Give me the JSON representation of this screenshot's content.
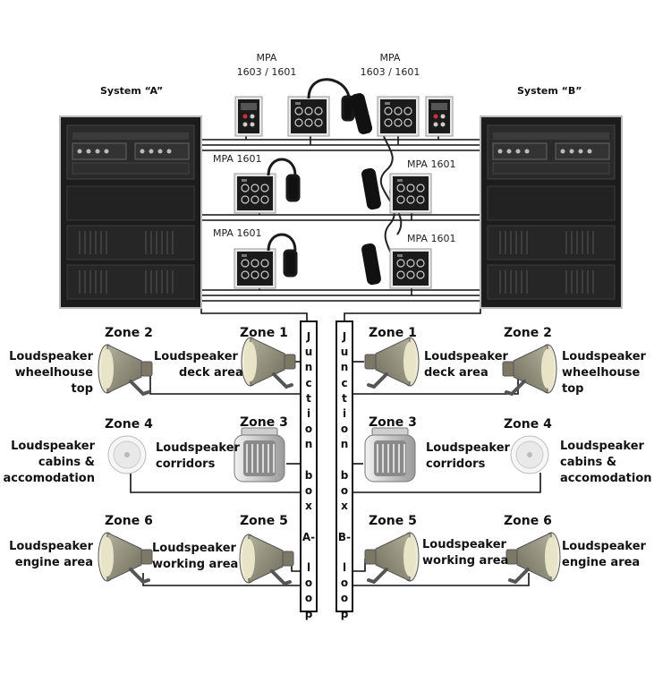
{
  "systems": {
    "a_label": "System “A”",
    "b_label": "System “B”"
  },
  "panels": {
    "top_left": [
      "MPA",
      "1603 / 1601"
    ],
    "top_right": [
      "MPA",
      "1603 / 1601"
    ],
    "row2_left": "MPA 1601",
    "row2_right": "MPA 1601",
    "row3_left": "MPA 1601",
    "row3_right": "MPA 1601"
  },
  "junction": {
    "a": "J\nu\nn\nc\nt\ni\no\nn\n\nb\no\nx\n\nA-\n\nl\no\no\np",
    "b": "J\nu\nn\nc\nt\ni\no\nn\n\nb\no\nx\n\nB-\n\nl\no\no\np"
  },
  "left": {
    "zone2": {
      "zone": "Zone 2",
      "lines": [
        "Loudspeaker",
        "wheelhouse",
        "top"
      ]
    },
    "zone1": {
      "zone": "Zone 1",
      "lines": [
        "Loudspeaker",
        "deck area"
      ]
    },
    "zone4": {
      "zone": "Zone 4",
      "lines": [
        "Loudspeaker",
        "cabins &",
        "accomodation"
      ]
    },
    "zone3": {
      "zone": "Zone 3",
      "lines": [
        "Loudspeaker",
        "corridors"
      ]
    },
    "zone6": {
      "zone": "Zone 6",
      "lines": [
        "Loudspeaker",
        "engine area"
      ]
    },
    "zone5": {
      "zone": "Zone 5",
      "lines": [
        "Loudspeaker",
        "working area"
      ]
    }
  },
  "right": {
    "zone1": {
      "zone": "Zone 1",
      "lines": [
        "Loudspeaker",
        "deck area"
      ]
    },
    "zone2": {
      "zone": "Zone 2",
      "lines": [
        "Loudspeaker",
        "wheelhouse",
        "top"
      ]
    },
    "zone3": {
      "zone": "Zone 3",
      "lines": [
        "Loudspeaker",
        "corridors"
      ]
    },
    "zone4": {
      "zone": "Zone 4",
      "lines": [
        "Loudspeaker",
        "cabins &",
        "accomodation"
      ]
    },
    "zone5": {
      "zone": "Zone 5",
      "lines": [
        "Loudspeaker",
        "working area"
      ]
    },
    "zone6": {
      "zone": "Zone 6",
      "lines": [
        "Loudspeaker",
        "engine area"
      ]
    }
  },
  "colors": {
    "rack": "#1c1c1c",
    "rack_edge": "#bdbdbd",
    "panel": "#e9e9e9",
    "horn": "#8d8a78",
    "wire": "#111111"
  },
  "icons": [
    "rack-icon",
    "mic-panel-icon",
    "microphone-icon",
    "horn-speaker-icon",
    "ceiling-speaker-icon",
    "cabinet-speaker-icon"
  ]
}
